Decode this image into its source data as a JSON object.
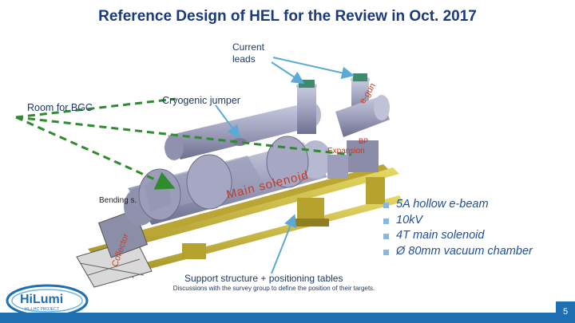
{
  "slide": {
    "title": "Reference Design of HEL for the Review in Oct. 2017",
    "page_number": "5"
  },
  "labels": {
    "current_leads_line1": "Current",
    "current_leads_line2": "leads",
    "room_for_bgc": "Room for BGC",
    "cryogenic_jumper": "Cryogenic jumper",
    "e_gun": "e-gun",
    "gun_marker": "BP",
    "expansion": "Expansion",
    "main_solenoid": "Main solenoid",
    "bending_s": "Bending s.",
    "collector": "Collector",
    "support_structure": "Support structure + positioning tables",
    "discussions": "Discussions with the survey group to define the position of their targets."
  },
  "bullets": [
    "5A hollow e-beam",
    "10kV",
    "4T main solenoid",
    "Ø 80mm vacuum chamber"
  ],
  "logo": {
    "name": "HiLumi",
    "subtitle": "HL-LHC PROJECT"
  },
  "colors": {
    "title": "#1b3a7a",
    "bullet_text": "#1f4e9a",
    "bullet_marker": "#8ab8dc",
    "footer": "#1f6fb3",
    "dashed_lines": "#2e8b2e",
    "arrows": "#5aa9d6",
    "cryostat": "#a7a9c4",
    "support_frame": "#c9b53a"
  }
}
